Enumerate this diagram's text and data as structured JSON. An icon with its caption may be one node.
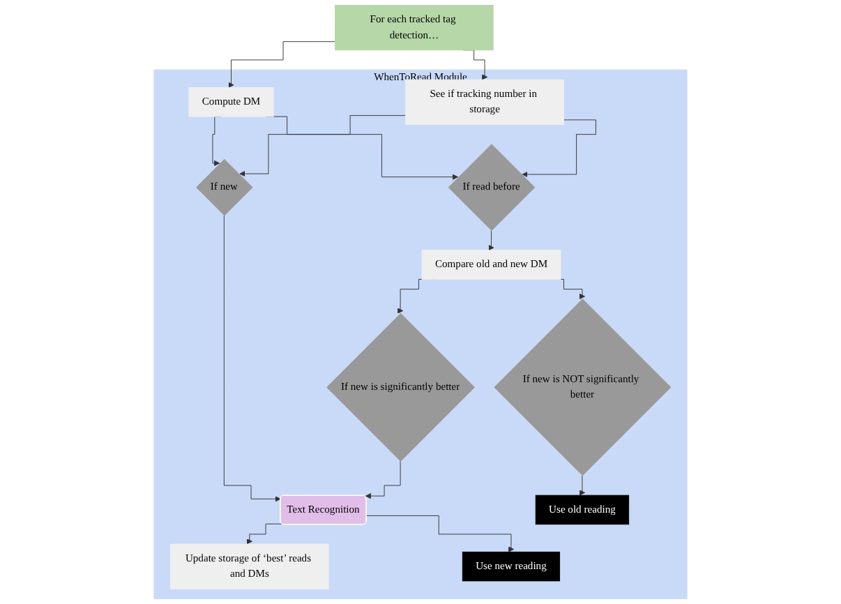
{
  "diagram": {
    "nodes": [
      {
        "text": [
          "For each tracked tag detection…"
        ]
      },
      {
        "text": [
          "WhenToRead Module"
        ]
      },
      {
        "text": [
          "Compute DM"
        ],
        "in": 1
      },
      {
        "text": [
          "See if tracking number in storage"
        ],
        "in": 1
      },
      {
        "text": [
          "If read before"
        ],
        "in": 1
      },
      {
        "text": [
          "If new"
        ],
        "in": 1
      },
      {
        "text": [
          "Compare old and new DM"
        ],
        "in": 1
      },
      {
        "text": [
          "If new is significantly better"
        ],
        "in": 1
      },
      {
        "text": [
          "If new is NOT significantly better"
        ],
        "in": 1
      },
      {
        "text": [
          "Text Recognition"
        ],
        "in": 1
      },
      {
        "text": [
          "Update storage of ‘best’ reads and DMs"
        ],
        "in": 1
      },
      {
        "text": [
          "Use new reading"
        ],
        "in": 1
      },
      {
        "text": [
          "Use old reading"
        ],
        "in": 1
      }
    ],
    "edges": [
      {
        "from": 0,
        "to": 2,
        "arrow": "to"
      },
      {
        "from": 0,
        "to": 3,
        "arrow": "to"
      },
      {
        "from": 2,
        "to": 5,
        "arrow": "to"
      },
      {
        "from": 2,
        "to": 4,
        "arrow": "to"
      },
      {
        "from": 3,
        "to": 5,
        "arrow": "to"
      },
      {
        "from": 3,
        "to": 4,
        "arrow": "to"
      },
      {
        "from": 5,
        "to": 9,
        "arrow": "to"
      },
      {
        "from": 4,
        "to": 6,
        "arrow": "to"
      },
      {
        "from": 6,
        "to": 7,
        "arrow": "to"
      },
      {
        "from": 6,
        "to": 8,
        "arrow": "to"
      },
      {
        "from": 7,
        "to": 9,
        "arrow": "to"
      },
      {
        "from": 9,
        "to": 10,
        "arrow": "to"
      },
      {
        "from": 9,
        "to": 11,
        "arrow": "to"
      },
      {
        "from": 8,
        "to": 12,
        "arrow": "to"
      }
    ]
  }
}
